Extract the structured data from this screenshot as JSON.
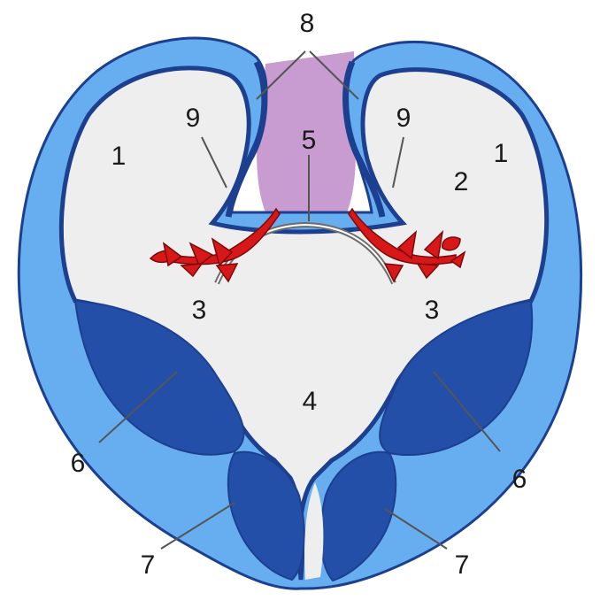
{
  "diagram": {
    "labels": [
      {
        "id": "1-left",
        "text": "1"
      },
      {
        "id": "1-right",
        "text": "1"
      },
      {
        "id": "2",
        "text": "2"
      },
      {
        "id": "3-left",
        "text": "3"
      },
      {
        "id": "3-right",
        "text": "3"
      },
      {
        "id": "4",
        "text": "4"
      },
      {
        "id": "5",
        "text": "5"
      },
      {
        "id": "6-left",
        "text": "6"
      },
      {
        "id": "6-right",
        "text": "6"
      },
      {
        "id": "7-left",
        "text": "7"
      },
      {
        "id": "7-right",
        "text": "7"
      },
      {
        "id": "8",
        "text": "8"
      },
      {
        "id": "9-left",
        "text": "9"
      },
      {
        "id": "9-right",
        "text": "9"
      }
    ],
    "colors": {
      "outer_wall": "#66aef0",
      "outline": "#1d3f8f",
      "ganglia": "#244fa8",
      "ventricle": "#eeeeee",
      "roof": "#c89cd0",
      "choroid": "#d81818"
    }
  }
}
